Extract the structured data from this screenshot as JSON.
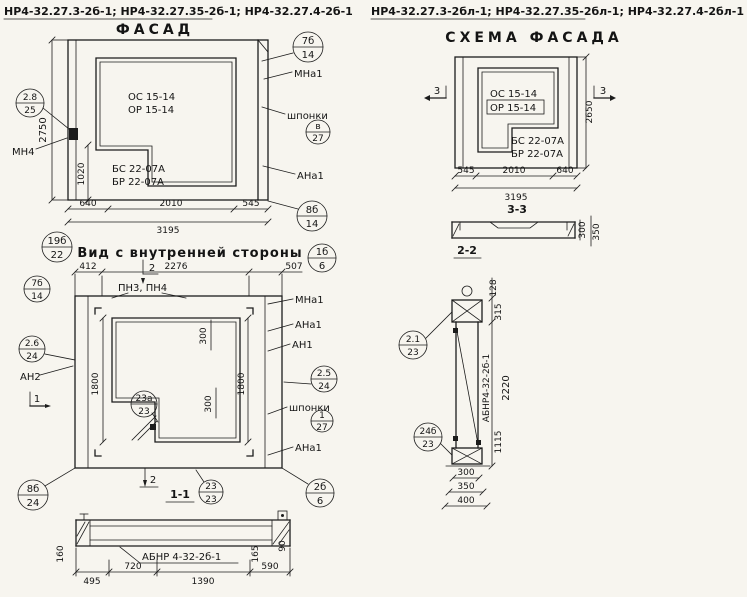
{
  "sheet": {
    "bg": "#f7f5ef",
    "ink": "#1c1c1c"
  },
  "headers": {
    "left": "НР4-32.27.3-2б-1;  НР4-32.27.35-2б-1;  НР4-32.27.4-2б-1",
    "right": "НР4-32.27.3-2бл-1;  НР4-32.27.35-2бл-1;  НР4-32.27.4-2бл-1"
  },
  "facade": {
    "title": "ФАСАД",
    "callout_7b14": {
      "a": "7б",
      "b": "14"
    },
    "label_mna1": "МНа1",
    "label_shponki": "шпонки",
    "callout_v27": {
      "a": "в",
      "b": "27"
    },
    "callout_2825": {
      "a": "2.8",
      "b": "25"
    },
    "label_mn4": "МН4",
    "mark_os": "ОС 15-14",
    "mark_or": "ОР 15-14",
    "mark_bs": "БС 22-07А",
    "mark_br": "БР 22-07А",
    "label_ana1": "АНа1",
    "dim_2750": "2750",
    "dim_1020": "1020",
    "dim_640": "640",
    "dim_2010": "2010",
    "dim_545": "545",
    "dim_3195": "3195",
    "callout_8b14": {
      "a": "8б",
      "b": "14"
    }
  },
  "schema": {
    "title": "СХЕМА ФАСАДА",
    "mark_os": "ОС 15-14",
    "mark_or": "ОР 15-14",
    "mark_bs": "БС 22-07А",
    "mark_br": "БР 22-07А",
    "section3": "3",
    "dim_2650": "2650",
    "dim_545": "545",
    "dim_2010": "2010",
    "dim_640": "640",
    "dim_3195": "3195",
    "section33_title": "3-3",
    "dim_300": "300",
    "dim_350": "350"
  },
  "inner": {
    "callout_19b22": {
      "a": "19б",
      "b": "22"
    },
    "title": "Вид с внутренней стороны",
    "callout_1b6": {
      "a": "1б",
      "b": "6"
    },
    "dim_412": "412",
    "dim_2276": "2276",
    "dim_507": "507",
    "section2": "2",
    "label_pn": "ПН3, ПН4",
    "callout_7b14": {
      "a": "7б",
      "b": "14"
    },
    "label_mna1": "МНа1",
    "label_ana1_top": "АНа1",
    "label_an1": "АН1",
    "callout_2624": {
      "a": "2.6",
      "b": "24"
    },
    "label_an2": "АН2",
    "section1": "1",
    "callout_2524": {
      "a": "2.5",
      "b": "24"
    },
    "dim_300_a": "300",
    "dim_300_b": "300",
    "dim_1800_l": "1800",
    "dim_1800_r": "1800",
    "callout_23a23": {
      "a": "23а",
      "b": "23"
    },
    "label_shponki": "шпонки",
    "callout_127": {
      "a": "1",
      "b": "27"
    },
    "label_ana1_bottom": "АНа1",
    "section2_b": "2",
    "callout_8b24": {
      "a": "8б",
      "b": "24"
    },
    "callout_2b6": {
      "a": "2б",
      "b": "6"
    },
    "callout_2323": {
      "a": "23",
      "b": "23"
    },
    "section11_title": "1-1"
  },
  "section11": {
    "label_abnr": "АБНР 4-32-2б-1",
    "dim_160": "160",
    "dim_165": "165",
    "dim_90": "90",
    "dim_495": "495",
    "dim_720": "720",
    "dim_1390": "1390",
    "dim_590": "590"
  },
  "section22": {
    "title": "2-2",
    "dim_128": "128",
    "dim_315": "315",
    "callout_2123": {
      "a": "2.1",
      "b": "23"
    },
    "label_abnr": "АБНР4-32-2б-1",
    "dim_2220": "2220",
    "dim_1115": "1115",
    "callout_24b23": {
      "a": "24б",
      "b": "23"
    },
    "dim_300": "300",
    "dim_350": "350",
    "dim_400": "400"
  }
}
